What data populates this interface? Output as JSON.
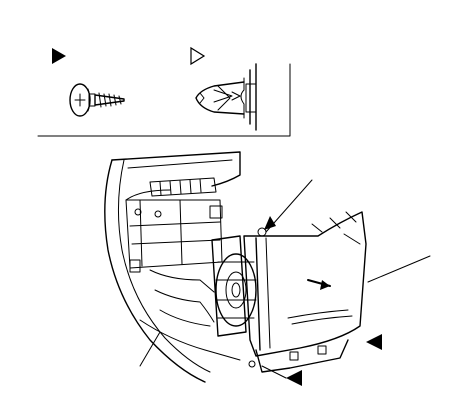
{
  "legend": {
    "items": [
      {
        "symbol": "filled-triangle",
        "part": "screw-icon"
      },
      {
        "symbol": "open-triangle",
        "part": "clip-icon"
      }
    ]
  },
  "callouts": [
    {
      "symbol": "filled-triangle",
      "target": "screw"
    },
    {
      "symbol": "filled-triangle",
      "target": "screw"
    },
    {
      "symbol": "leader-line",
      "target": "clip"
    },
    {
      "symbol": "leader-line",
      "target": "cover"
    },
    {
      "symbol": "leader-line",
      "target": "fastener"
    }
  ],
  "colors": {
    "ink": "#000000",
    "background": "#ffffff"
  }
}
